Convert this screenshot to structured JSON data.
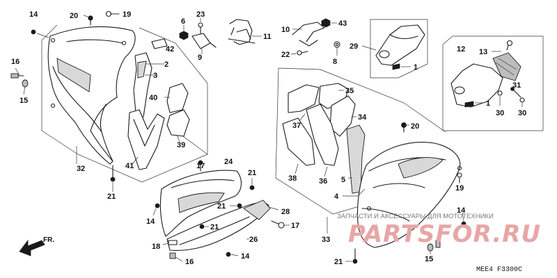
{
  "labels": {
    "l1a": "1",
    "l1b": "1",
    "l2": "2",
    "l3": "3",
    "l4": "4",
    "l5": "5",
    "l6": "6",
    "l8": "8",
    "l9": "9",
    "l10": "10",
    "l11": "11",
    "l12": "12",
    "l13": "13",
    "l14a": "14",
    "l14b": "14",
    "l14c": "14",
    "l14d": "14",
    "l15a": "15",
    "l15b": "15",
    "l16a": "16",
    "l16b": "16",
    "l17": "17",
    "l18": "18",
    "l19a": "19",
    "l19b": "19",
    "l20a": "20",
    "l20b": "20",
    "l21a": "21",
    "l21b": "21",
    "l21c": "21",
    "l21d": "21",
    "l21e": "21",
    "l22": "22",
    "l23": "23",
    "l24": "24",
    "l26": "26",
    "l28": "28",
    "l29": "29",
    "l30a": "30",
    "l30b": "30",
    "l31": "31",
    "l32": "32",
    "l33": "33",
    "l34": "34",
    "l35": "35",
    "l36": "36",
    "l37": "37",
    "l38": "38",
    "l39": "39",
    "l40": "40",
    "l41": "41",
    "l42": "42",
    "l43": "43"
  },
  "direction_label": "FR.",
  "diagram_code": "MEE4 F3300C",
  "watermark": {
    "text": "ЗАПЧАСТИ И АКСЕССУАРЫ ДЛЯ МОТОТЕХНИКИ",
    "logo": "PARTSFOR.RU"
  },
  "colors": {
    "line": "#1a1a1a",
    "watermark_logo": "#e8a6a6"
  }
}
